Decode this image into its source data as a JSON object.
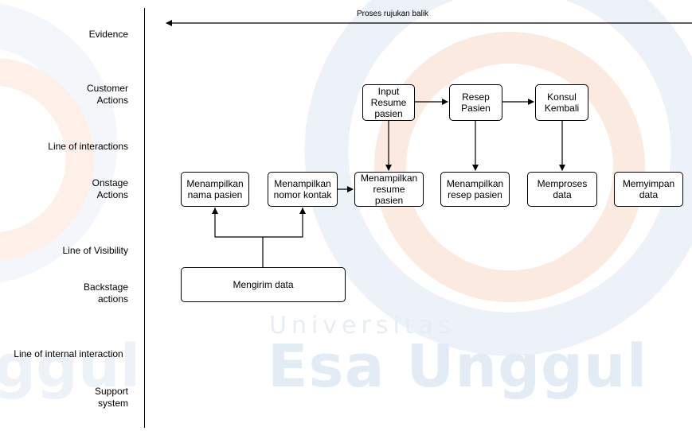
{
  "watermark": {
    "line1": "Universitas",
    "line2": "Esa Unggul",
    "left_fragment": "ggul"
  },
  "lanes": {
    "evidence": "Evidence",
    "customer_actions": "Customer\nActions",
    "line_of_interactions": "Line of interactions",
    "onstage_actions": "Onstage\nActions",
    "line_of_visibility": "Line of Visibility",
    "backstage_actions": "Backstage\nactions",
    "line_of_internal_interaction": "Line of internal interaction",
    "support_system": "Support\nsystem"
  },
  "top_arrow_label": "Proses rujukan balik",
  "customer_boxes": {
    "input_resume": "Input\nResume\npasien",
    "resep_pasien": "Resep\nPasien",
    "konsul_kembali": "Konsul\nKembali"
  },
  "onstage_boxes": {
    "nama_pasien": "Menampilkan\nnama pasien",
    "nomor_kontak": "Menampilkan\nnomor kontak",
    "resume_pasien": "Menampilkan\nresume\npasien",
    "resep_pasien": "Menampilkan\nresep pasien",
    "memproses": "Memproses\ndata",
    "menyimpan": "Memyimpan\ndata"
  },
  "backstage_boxes": {
    "mengirim": "Mengirim data"
  },
  "colors": {
    "watermark_blue": "#e3ebf5",
    "watermark_orange": "#fbe6d8",
    "line": "#000000"
  }
}
